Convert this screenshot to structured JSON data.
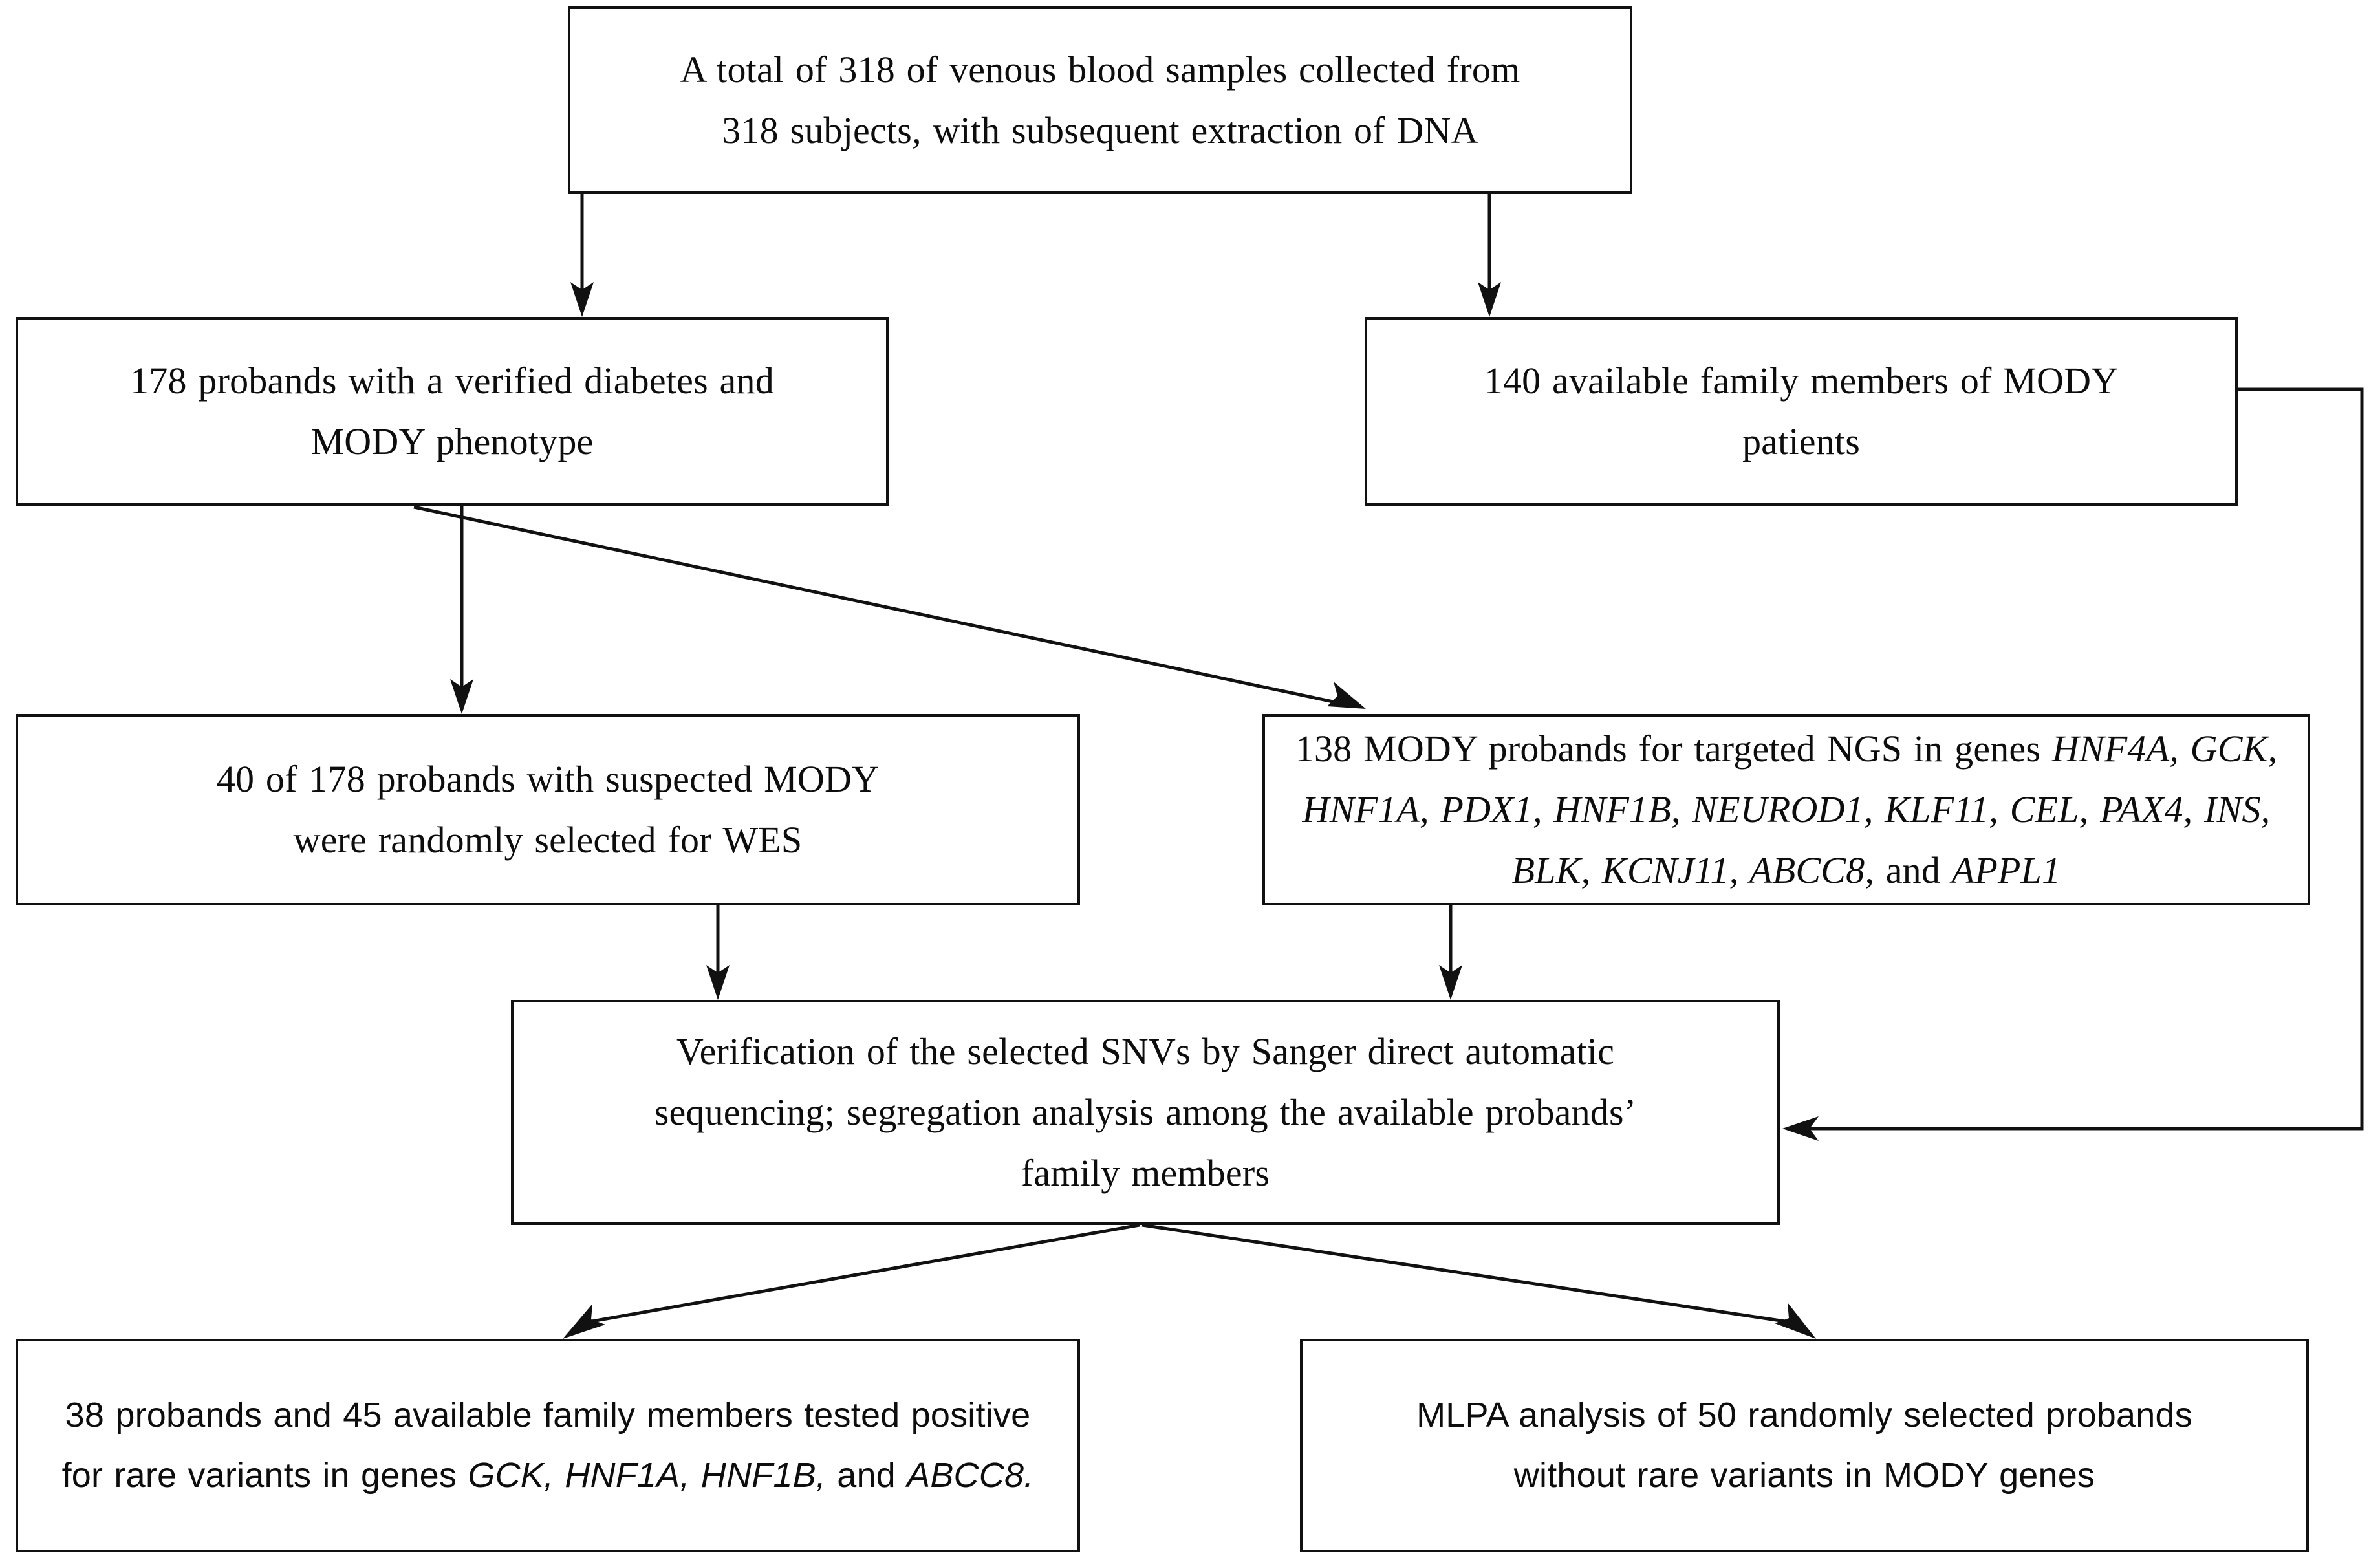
{
  "diagram": {
    "type": "flowchart",
    "title": "MODY genetic study workflow",
    "background_color": "#ffffff",
    "line_color": "#111111",
    "text_color": "#0d0d0d"
  },
  "nodes": {
    "total_samples": {
      "id": "total-samples",
      "line1": "A total of 318 of venous  blood  samples  collected  from",
      "line2": "318 subjects, with subsequent  extraction  of DNA",
      "count": 318
    },
    "probands": {
      "id": "probands",
      "line1": "178 probands  with  a verified  diabetes  and",
      "line2": "MODY phenotype",
      "count": 178
    },
    "family_members": {
      "id": "family-members",
      "line1": "140 available family  members of MODY",
      "line2": "patients",
      "count": 140
    },
    "wes": {
      "id": "wes-selection",
      "line1": "40 of 178 probands  with suspected  MODY",
      "line2": "were  randomly  selected   for WES",
      "count": 40
    },
    "ngs": {
      "id": "targeted-ngs",
      "prefix": "138 MODY probands  for targeted  NGS in genes ",
      "genes_italic_a": "HNF4A, GCK, HNF1A, PDX1, HNF1B, NEUROD1, KLF11, CEL, PAX4, INS, BLK, KCNJ11, ABCC8,",
      "conjunction": " and ",
      "genes_italic_b": "APPL1",
      "count": 138,
      "gene_list": [
        "HNF4A",
        "GCK",
        "HNF1A",
        "PDX1",
        "HNF1B",
        "NEUROD1",
        "KLF11",
        "CEL",
        "PAX4",
        "INS",
        "BLK",
        "KCNJ11",
        "ABCC8",
        "APPL1"
      ]
    },
    "verification": {
      "id": "sanger-verification",
      "line1": "Verification  of the selected  SNVs by Sanger direct  automatic",
      "line2": "sequencing;  segregation  analysis among  the available  probands’",
      "line3": "family  members"
    },
    "positive": {
      "id": "positive-results",
      "prefix": "38 probands  and 45 available family members tested positive for rare variants in genes ",
      "genes_italic_a": "GCK, HNF1A, HNF1B,",
      "conjunction": " and ",
      "genes_italic_b": "ABCC8.",
      "probands_count": 38,
      "family_members_count": 45,
      "gene_list": [
        "GCK",
        "HNF1A",
        "HNF1B",
        "ABCC8"
      ]
    },
    "mlpa": {
      "id": "mlpa-analysis",
      "line1": "MLPA analysis of 50 randomly selected probands",
      "line2": "without  rare variants in MODY genes",
      "count": 50
    }
  },
  "edges": [
    {
      "id": "total-to-probands",
      "from": "total_samples",
      "to": "probands",
      "style": "straight-down",
      "arrow": "down"
    },
    {
      "id": "total-to-family",
      "from": "total_samples",
      "to": "family_members",
      "style": "straight-down",
      "arrow": "down"
    },
    {
      "id": "probands-to-wes",
      "from": "probands",
      "to": "wes",
      "style": "straight-down",
      "arrow": "down"
    },
    {
      "id": "probands-to-ngs",
      "from": "probands",
      "to": "ngs",
      "style": "diagonal",
      "arrow": "down-right"
    },
    {
      "id": "wes-to-verification",
      "from": "wes",
      "to": "verification",
      "style": "straight-down",
      "arrow": "down"
    },
    {
      "id": "ngs-to-verification",
      "from": "ngs",
      "to": "verification",
      "style": "straight-down",
      "arrow": "down"
    },
    {
      "id": "family-to-verification",
      "from": "family_members",
      "to": "verification",
      "style": "orthogonal-right-loop",
      "arrow": "left"
    },
    {
      "id": "verification-to-positive",
      "from": "verification",
      "to": "positive",
      "style": "diagonal",
      "arrow": "down-left"
    },
    {
      "id": "verification-to-mlpa",
      "from": "verification",
      "to": "mlpa",
      "style": "diagonal",
      "arrow": "down-right"
    }
  ]
}
